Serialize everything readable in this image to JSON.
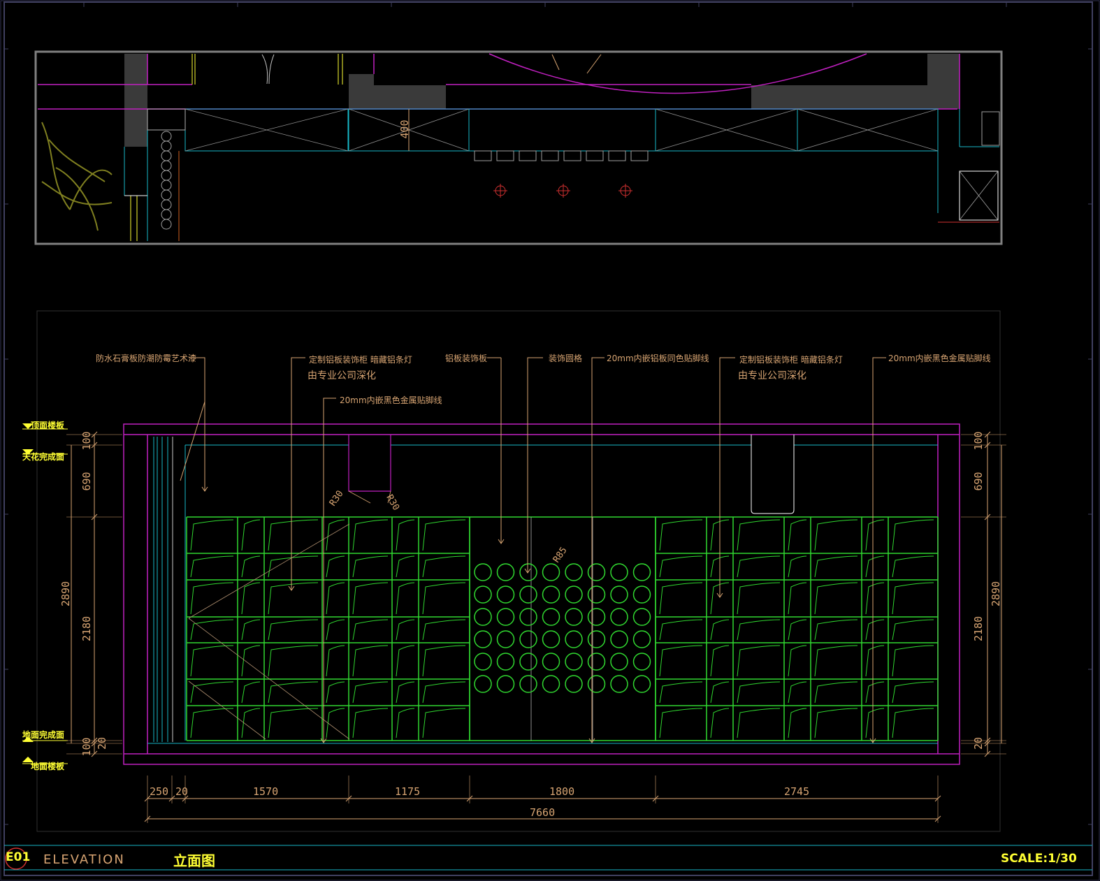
{
  "colors": {
    "background": "#000000",
    "magenta": "#c020c0",
    "cyan": "#18b8c8",
    "green": "#30d830",
    "annotation": "#d7a472",
    "yellow": "#ffff33",
    "grey_fill": "#3a3a3a",
    "frame": "#404060"
  },
  "annotations": {
    "waterproof_gypsum": "防水石膏板防潮防霉艺术漆",
    "custom_cabinet_left": "定制铝板装饰柜   暗藏铝条灯",
    "by_company_left": "由专业公司深化",
    "skirting_black_left": "20mm内嵌黑色金属贴脚线",
    "aluminum_panel": "铝板装饰板",
    "decor_circle": "装饰圆格",
    "skirting_same_color": "20mm内嵌铝板同色贴脚线",
    "custom_cabinet_right": "定制铝板装饰柜   暗藏铝条灯",
    "by_company_right": "由专业公司深化",
    "skirting_black_right": "20mm内嵌黑色金属贴脚线"
  },
  "levels": {
    "roof_slab": "顶面楼板",
    "ceiling_finish": "天花完成面",
    "floor_finish": "地面完成面",
    "floor_slab": "地面楼板"
  },
  "plan": {
    "depth_label": "400"
  },
  "dimensions": {
    "left": {
      "top": "100",
      "upper": "690",
      "total": "2890",
      "lower": "2180",
      "bottom_a": "20",
      "bottom_b": "100"
    },
    "right": {
      "top": "100",
      "upper": "690",
      "total": "2890",
      "lower": "2180",
      "bottom": "20"
    },
    "radius": {
      "r30_a": "R30",
      "r30_b": "R30",
      "r85": "R85"
    },
    "horizontal": [
      "250",
      "20",
      "1570",
      "1175",
      "1800",
      "2745"
    ],
    "overall": "7660"
  },
  "title_block": {
    "code": "E01",
    "label_en": "ELEVATION",
    "label_cn": "立面图",
    "scale": "SCALE:1/30"
  }
}
